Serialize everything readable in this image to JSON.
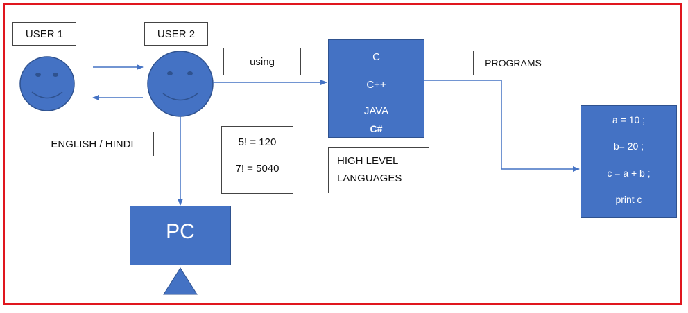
{
  "users": {
    "user1": "USER 1",
    "user2": "USER 2"
  },
  "languages_spoken": "ENGLISH / HINDI",
  "using_label": "using",
  "high_level_languages": {
    "items": [
      "C",
      "C++",
      "JAVA",
      "C#"
    ],
    "caption_line1": "HIGH LEVEL",
    "caption_line2": "LANGUAGES"
  },
  "factorials": [
    "5! = 120",
    "7! = 5040"
  ],
  "programs_label": "PROGRAMS",
  "program_code": [
    "a = 10 ;",
    "b= 20 ;",
    "c = a + b ;",
    "print c"
  ],
  "computer_label": "PC",
  "colors": {
    "shape_fill": "#4472c4",
    "shape_stroke": "#2f528f",
    "frame": "#e0161e"
  },
  "icons": {
    "face": "smiley-face-icon"
  }
}
